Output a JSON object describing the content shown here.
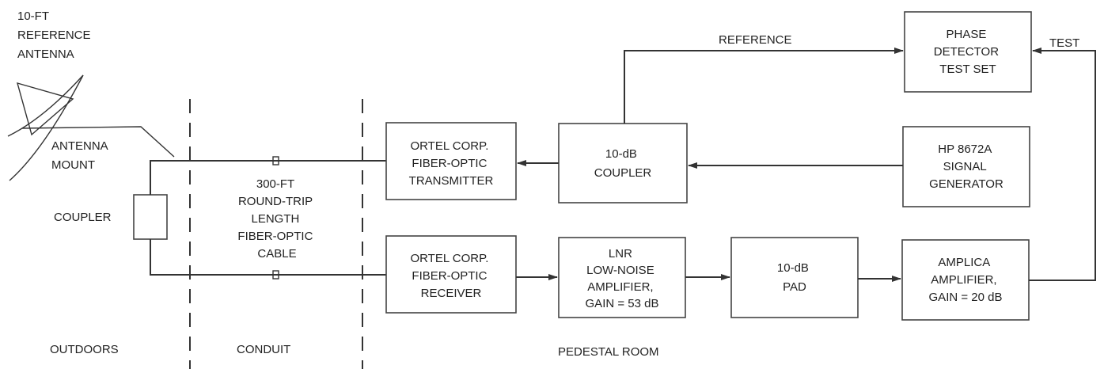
{
  "antenna": {
    "title": [
      "10-FT",
      "REFERENCE",
      "ANTENNA"
    ],
    "mount_label": [
      "ANTENNA",
      "MOUNT"
    ]
  },
  "coupler_label": "COUPLER",
  "cable_label": [
    "300-FT",
    "ROUND-TRIP",
    "LENGTH",
    "FIBER-OPTIC",
    "CABLE"
  ],
  "blocks": {
    "transmitter": [
      "ORTEL CORP.",
      "FIBER-OPTIC",
      "TRANSMITTER"
    ],
    "receiver": [
      "ORTEL CORP.",
      "FIBER-OPTIC",
      "RECEIVER"
    ],
    "coupler_10db": [
      "10-dB",
      "COUPLER"
    ],
    "lnr_amp": [
      "LNR",
      "LOW-NOISE",
      "AMPLIFIER,",
      "GAIN = 53 dB"
    ],
    "pad": [
      "10-dB",
      "PAD"
    ],
    "phase_detector": [
      "PHASE",
      "DETECTOR",
      "TEST SET"
    ],
    "signal_generator": [
      "HP 8672A",
      "SIGNAL",
      "GENERATOR"
    ],
    "amplica_amp": [
      "AMPLICA",
      "AMPLIFIER,",
      "GAIN = 20 dB"
    ]
  },
  "signals": {
    "reference": "REFERENCE",
    "test": "TEST"
  },
  "zones": {
    "outdoors": "OUTDOORS",
    "conduit": "CONDUIT",
    "pedestal_room": "PEDESTAL ROOM"
  }
}
